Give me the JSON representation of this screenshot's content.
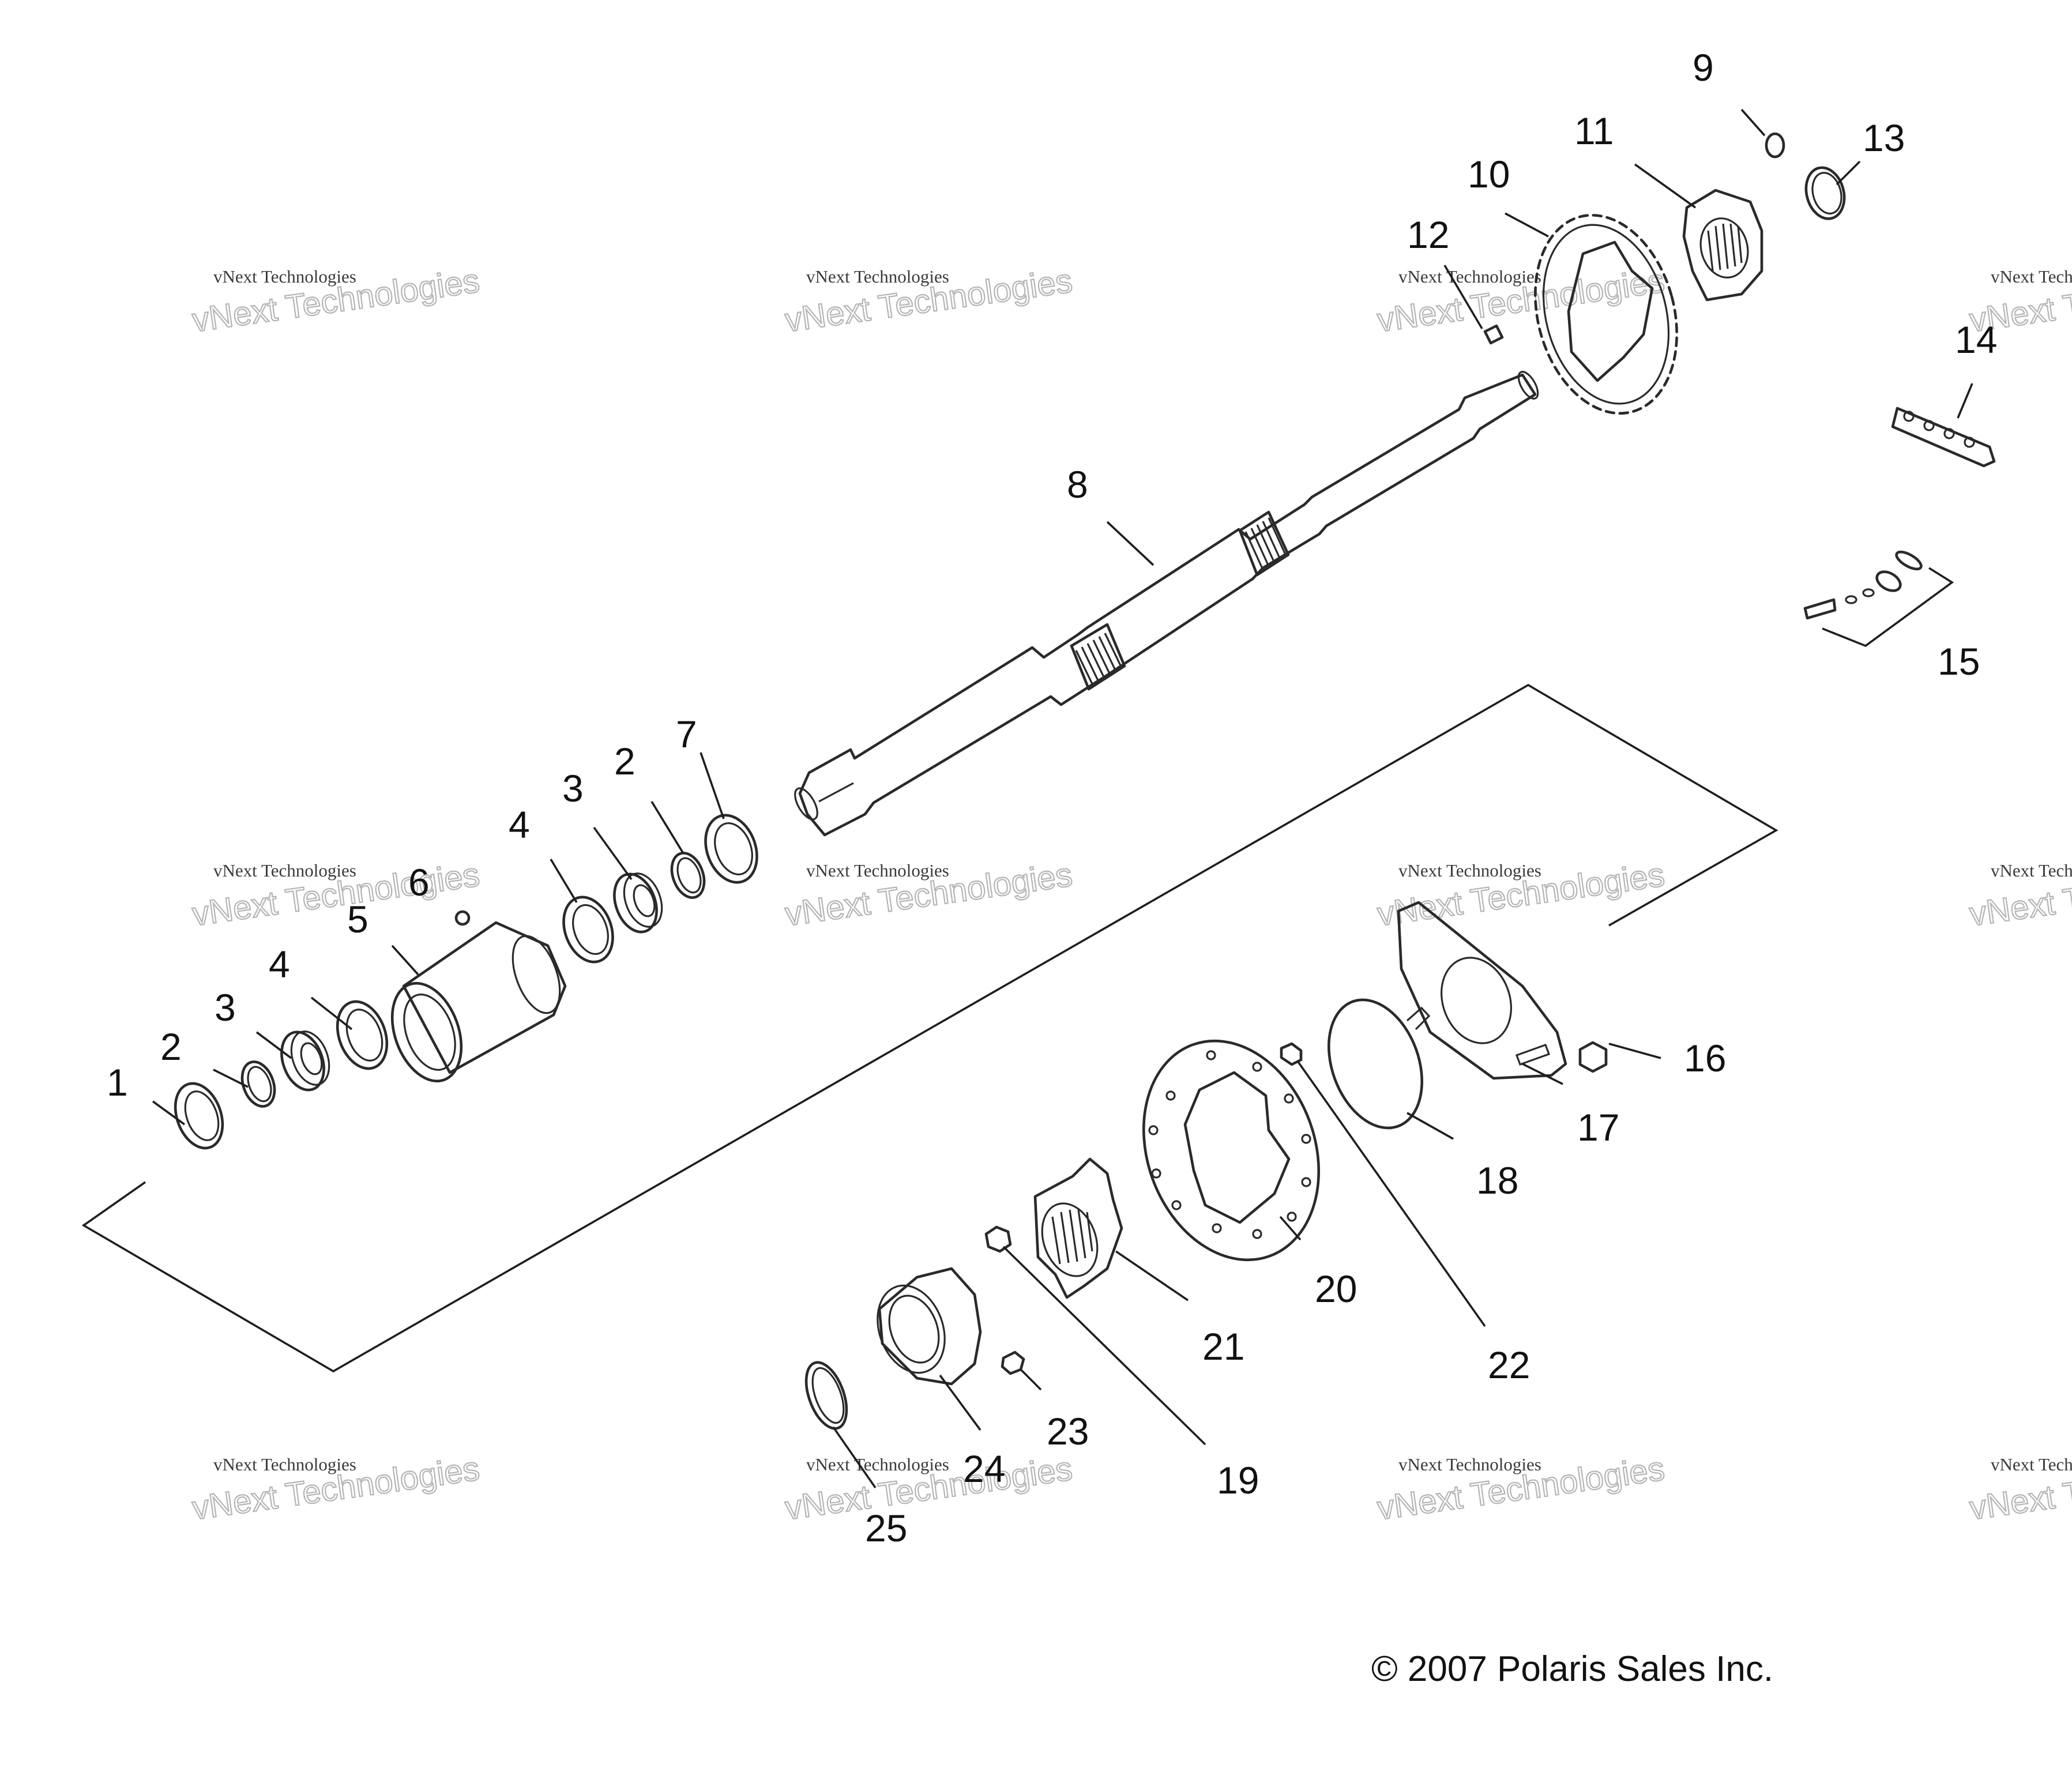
{
  "diagram": {
    "callouts": [
      "1",
      "2",
      "3",
      "4",
      "5",
      "6",
      "7",
      "8",
      "9",
      "10",
      "11",
      "12",
      "13",
      "14",
      "15",
      "16",
      "17",
      "18",
      "19",
      "20",
      "21",
      "22",
      "23",
      "24",
      "25"
    ],
    "duplicate_callouts": [
      "2",
      "3",
      "4"
    ],
    "copyright": "© 2007 Polaris Sales Inc.",
    "watermark": {
      "line1": "vNext Technologies",
      "line2": "vNext Technologies"
    }
  }
}
